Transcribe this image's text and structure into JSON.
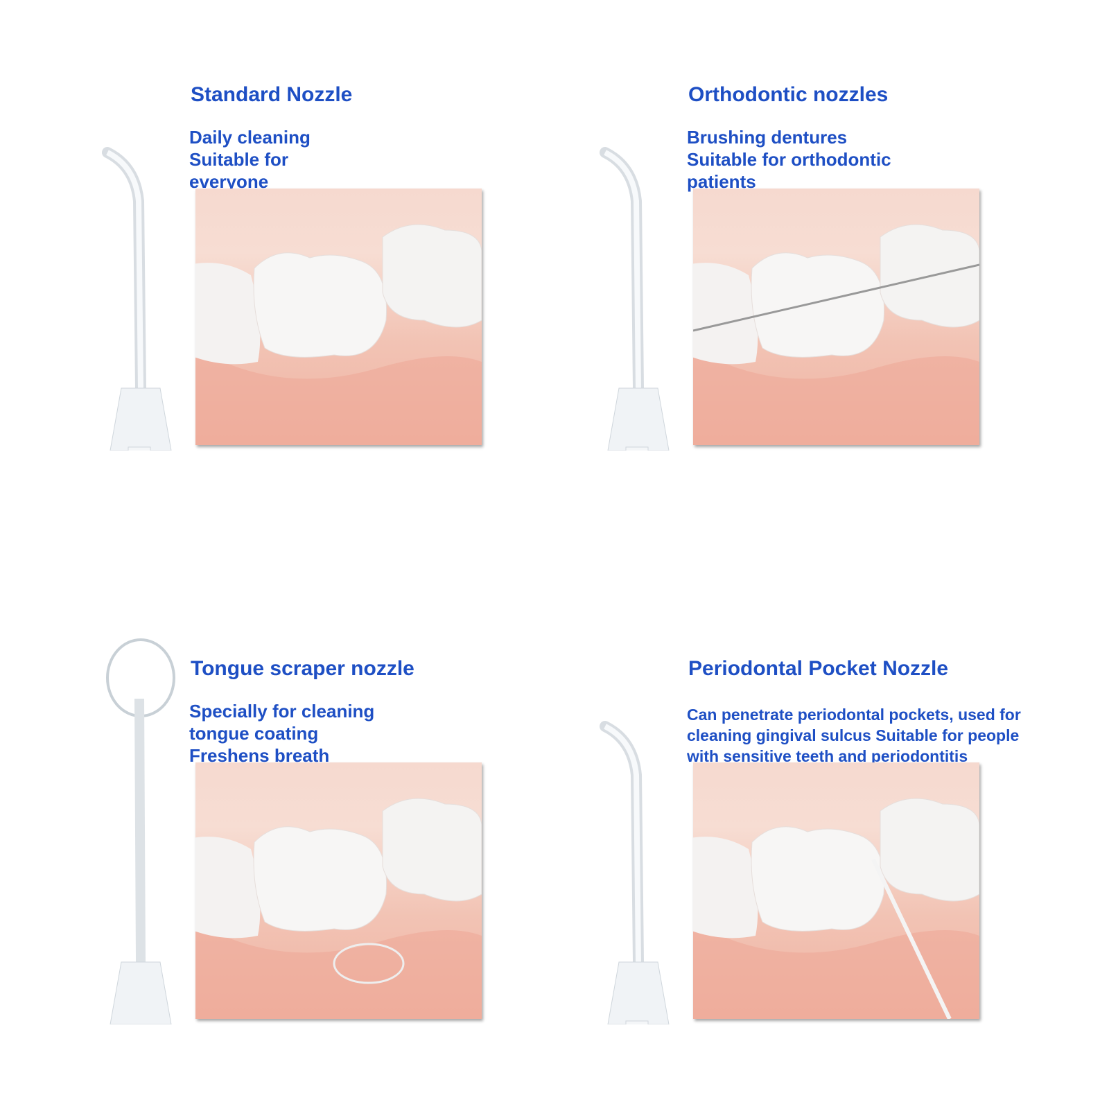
{
  "panels": [
    {
      "title": "Standard Nozzle",
      "lines": [
        "Daily cleaning",
        "Suitable for",
        "everyone"
      ]
    },
    {
      "title": "Orthodontic nozzles",
      "lines": [
        "Brushing dentures",
        "Suitable for orthodontic",
        "patients"
      ]
    },
    {
      "title": "Tongue scraper nozzle",
      "lines": [
        "Specially for cleaning",
        "tongue coating",
        "Freshens breath"
      ]
    },
    {
      "title": "Periodontal Pocket Nozzle",
      "lines": [
        "Can penetrate periodontal pockets, used for",
        "cleaning gingival sulcus Suitable for people",
        "with sensitive teeth and periodontitis"
      ]
    }
  ]
}
